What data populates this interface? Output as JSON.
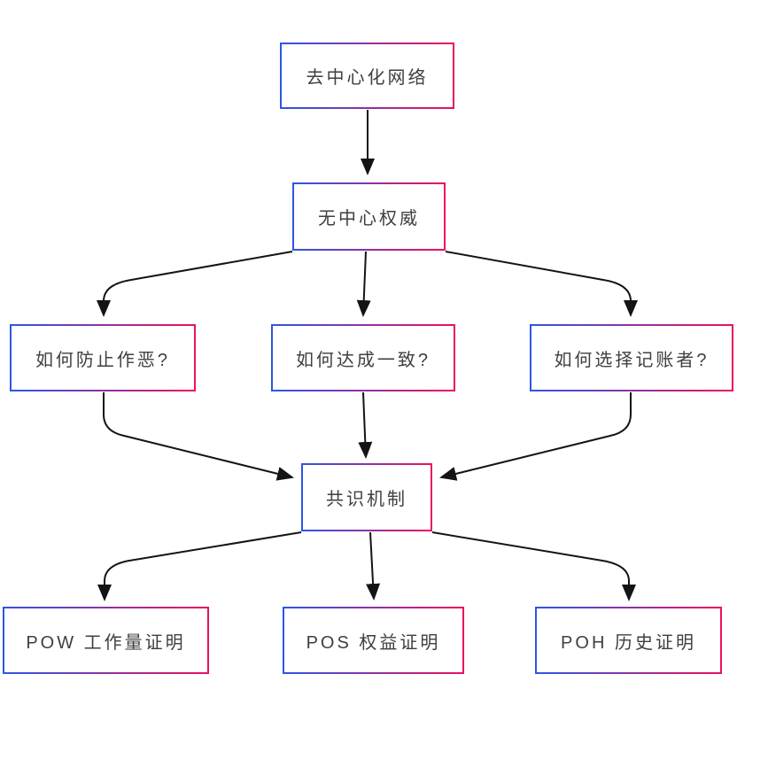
{
  "colors": {
    "border_start": "#2D55E5",
    "border_end": "#EC0F60",
    "line": "#141414",
    "text": "#3F3F3F",
    "background": "#FFFFFF"
  },
  "nodes": {
    "network": {
      "label": "去中心化网络"
    },
    "authority": {
      "label": "无中心权威"
    },
    "prevent_evil": {
      "label": "如何防止作恶?"
    },
    "reach_agreement": {
      "label": "如何达成一致?"
    },
    "choose_bookkeeper": {
      "label": "如何选择记账者?"
    },
    "consensus": {
      "label": "共识机制"
    },
    "pow": {
      "label": "POW 工作量证明"
    },
    "pos": {
      "label": "POS 权益证明"
    },
    "poh": {
      "label": "POH 历史证明"
    }
  },
  "edges": [
    {
      "from": "去中心化网络",
      "to": "无中心权威"
    },
    {
      "from": "无中心权威",
      "to": "如何防止作恶?"
    },
    {
      "from": "无中心权威",
      "to": "如何达成一致?"
    },
    {
      "from": "无中心权威",
      "to": "如何选择记账者?"
    },
    {
      "from": "如何防止作恶?",
      "to": "共识机制"
    },
    {
      "from": "如何达成一致?",
      "to": "共识机制"
    },
    {
      "from": "如何选择记账者?",
      "to": "共识机制"
    },
    {
      "from": "共识机制",
      "to": "POW 工作量证明"
    },
    {
      "from": "共识机制",
      "to": "POS 权益证明"
    },
    {
      "from": "共识机制",
      "to": "POH 历史证明"
    }
  ]
}
